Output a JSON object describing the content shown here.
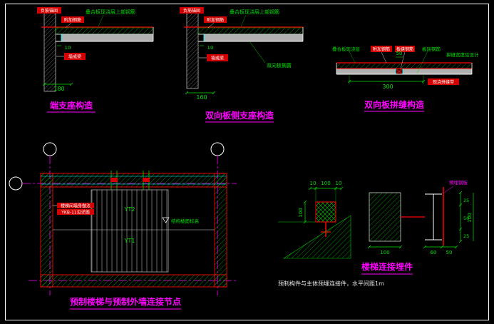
{
  "drawing": {
    "d1": {
      "title": "端支座构造",
      "tag1": "负筋锚固",
      "tag2": "附加钢筋",
      "wall_tag": "墙或梁",
      "top_label": "叠合板现浇层上部钢筋",
      "dim_gap": "10",
      "dim_wall": "180"
    },
    "d2": {
      "title": "双向板侧支座构造",
      "tag1": "负筋锚固",
      "tag2": "附加钢筋",
      "wall_tag": "墙或梁",
      "top_label": "叠合板现浇层上部钢筋",
      "rest_label": "双向板搁置",
      "dim_gap": "10",
      "dim_wall": "160"
    },
    "d3": {
      "title": "双向板拼缝构造",
      "left_label": "叠合板现浇层",
      "tag1": "附加钢筋",
      "tag2": "板缝钢筋",
      "right_label1": "板底钢筋",
      "right_label2": "拼缝宽度见设计",
      "bottom_tag": "现浇拼缝带",
      "dim_span": "300",
      "dim_joint": "50"
    },
    "d4": {
      "title": "预制楼梯与预制外墙连接节点",
      "yt2": "YT2",
      "yt1": "YT1",
      "tag_line1": "楼梯间墙身做法",
      "tag_line2": "YKB-11见详图",
      "level_label": "结构楼面标高"
    },
    "d5": {
      "title": "楼梯连接埋件",
      "note": "预制构件与主体预埋连接件，水平间距1m",
      "plate_label": "预埋钢板",
      "sec": {
        "dims_top": [
          "10",
          "100",
          "10"
        ],
        "dim_left": "100"
      },
      "plate": {
        "dim_width": "100",
        "dims_right": [
          "25",
          "50",
          "25"
        ],
        "dim_total": "100",
        "dims_bottom": [
          "60",
          "50"
        ]
      }
    }
  }
}
